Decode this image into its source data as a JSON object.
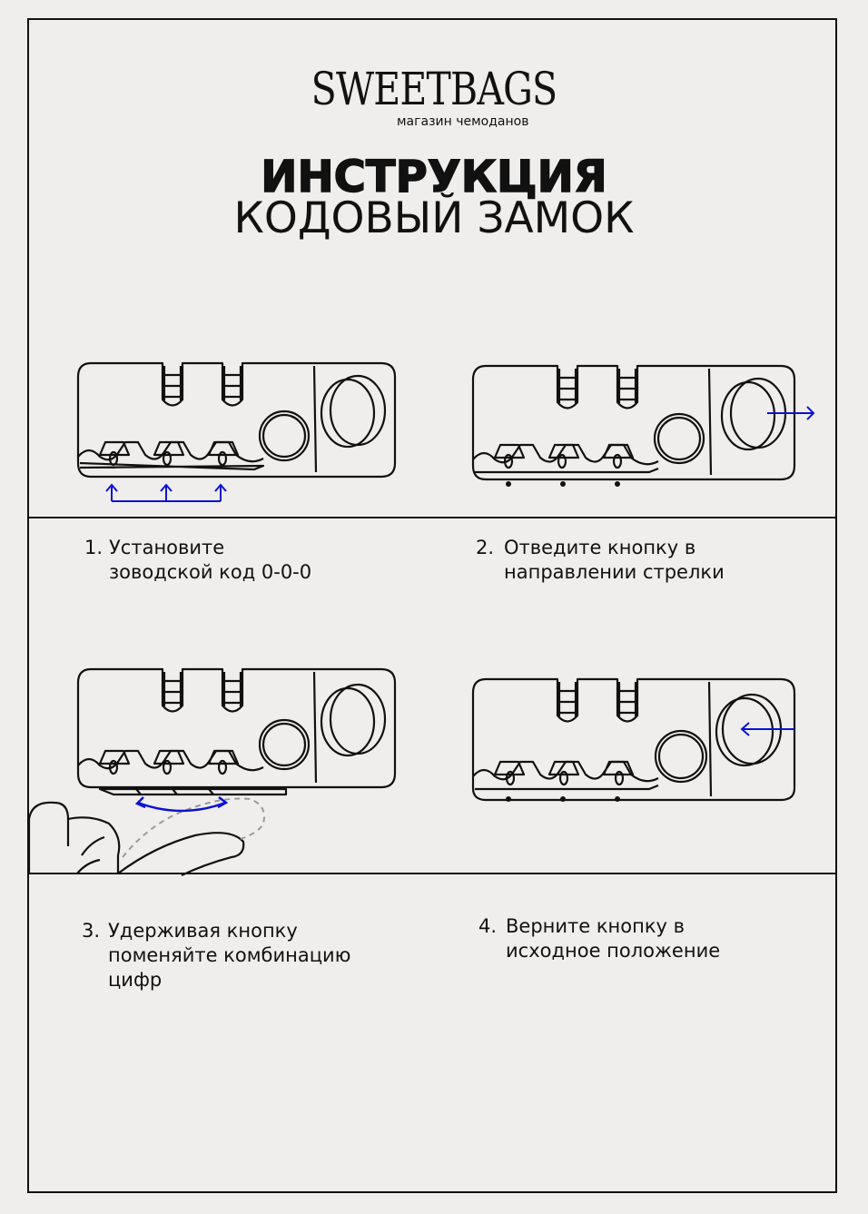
{
  "brand": {
    "name": "SWEETBAGS",
    "tagline": "магазин чемоданов"
  },
  "title": {
    "line1": "ИНСТРУКЦИЯ",
    "line2": "КОДОВЫЙ ЗАМОК"
  },
  "steps": [
    {
      "number": "1.",
      "lines": [
        "Установите",
        "зоводской код 0-0-0"
      ]
    },
    {
      "number": "2.",
      "lines": [
        "Отведите кнопку в",
        "направлении стрелки"
      ]
    },
    {
      "number": "3.",
      "lines": [
        "Удерживая кнопку",
        "поменяйте комбинацию",
        "цифр"
      ]
    },
    {
      "number": "4.",
      "lines": [
        "Верните кнопку в",
        "исходное положение"
      ]
    }
  ],
  "colors": {
    "background": "#efeeec",
    "ink": "#111111",
    "arrow": "#0a12d6",
    "dashed": "#999999"
  }
}
